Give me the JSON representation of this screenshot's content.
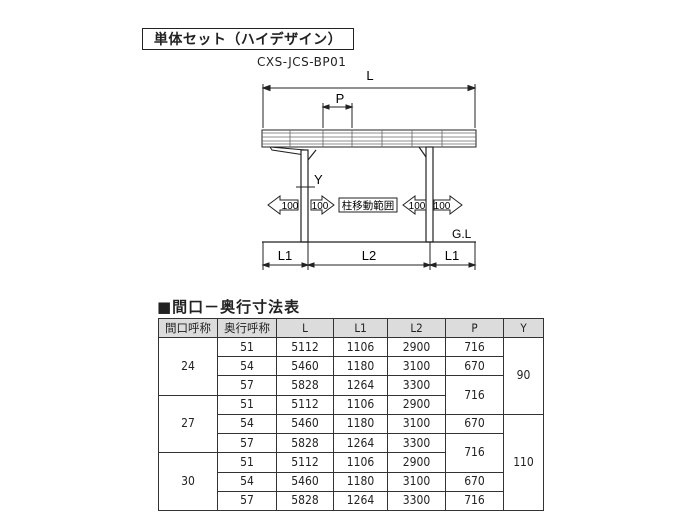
{
  "header": {
    "title": "単体セット（ハイデザイン）",
    "model_code": "CXS-JCS-BP01"
  },
  "diagram": {
    "label_L": "L",
    "label_P": "P",
    "label_Y": "Y",
    "label_GL": "G.L",
    "label_L1_left": "L1",
    "label_L2": "L2",
    "label_L1_right": "L1",
    "arrow_left_outer": "100",
    "arrow_left_inner": "100",
    "arrow_right_inner": "100",
    "arrow_right_outer": "100",
    "post_range": "柱移動範囲"
  },
  "table": {
    "section_title": "■間口－奥行寸法表",
    "headers": [
      "間口呼称",
      "奥行呼称",
      "L",
      "L1",
      "L2",
      "P",
      "Y"
    ],
    "rows": [
      {
        "width": "24",
        "depth": "51",
        "L": "5112",
        "L1": "1106",
        "L2": "2900",
        "P": "716",
        "Y": "90"
      },
      {
        "depth": "54",
        "L": "5460",
        "L1": "1180",
        "L2": "3100",
        "P": "670"
      },
      {
        "depth": "57",
        "L": "5828",
        "L1": "1264",
        "L2": "3300",
        "P": "716"
      },
      {
        "width": "27",
        "depth": "51",
        "L": "5112",
        "L1": "1106",
        "L2": "2900"
      },
      {
        "depth": "54",
        "L": "5460",
        "L1": "1180",
        "L2": "3100",
        "P": "670",
        "Y": "110"
      },
      {
        "depth": "57",
        "L": "5828",
        "L1": "1264",
        "L2": "3300",
        "P": "716"
      },
      {
        "width": "30",
        "depth": "51",
        "L": "5112",
        "L1": "1106",
        "L2": "2900"
      },
      {
        "depth": "54",
        "L": "5460",
        "L1": "1180",
        "L2": "3100",
        "P": "670"
      },
      {
        "depth": "57",
        "L": "5828",
        "L1": "1264",
        "L2": "3300",
        "P": "716"
      }
    ]
  }
}
